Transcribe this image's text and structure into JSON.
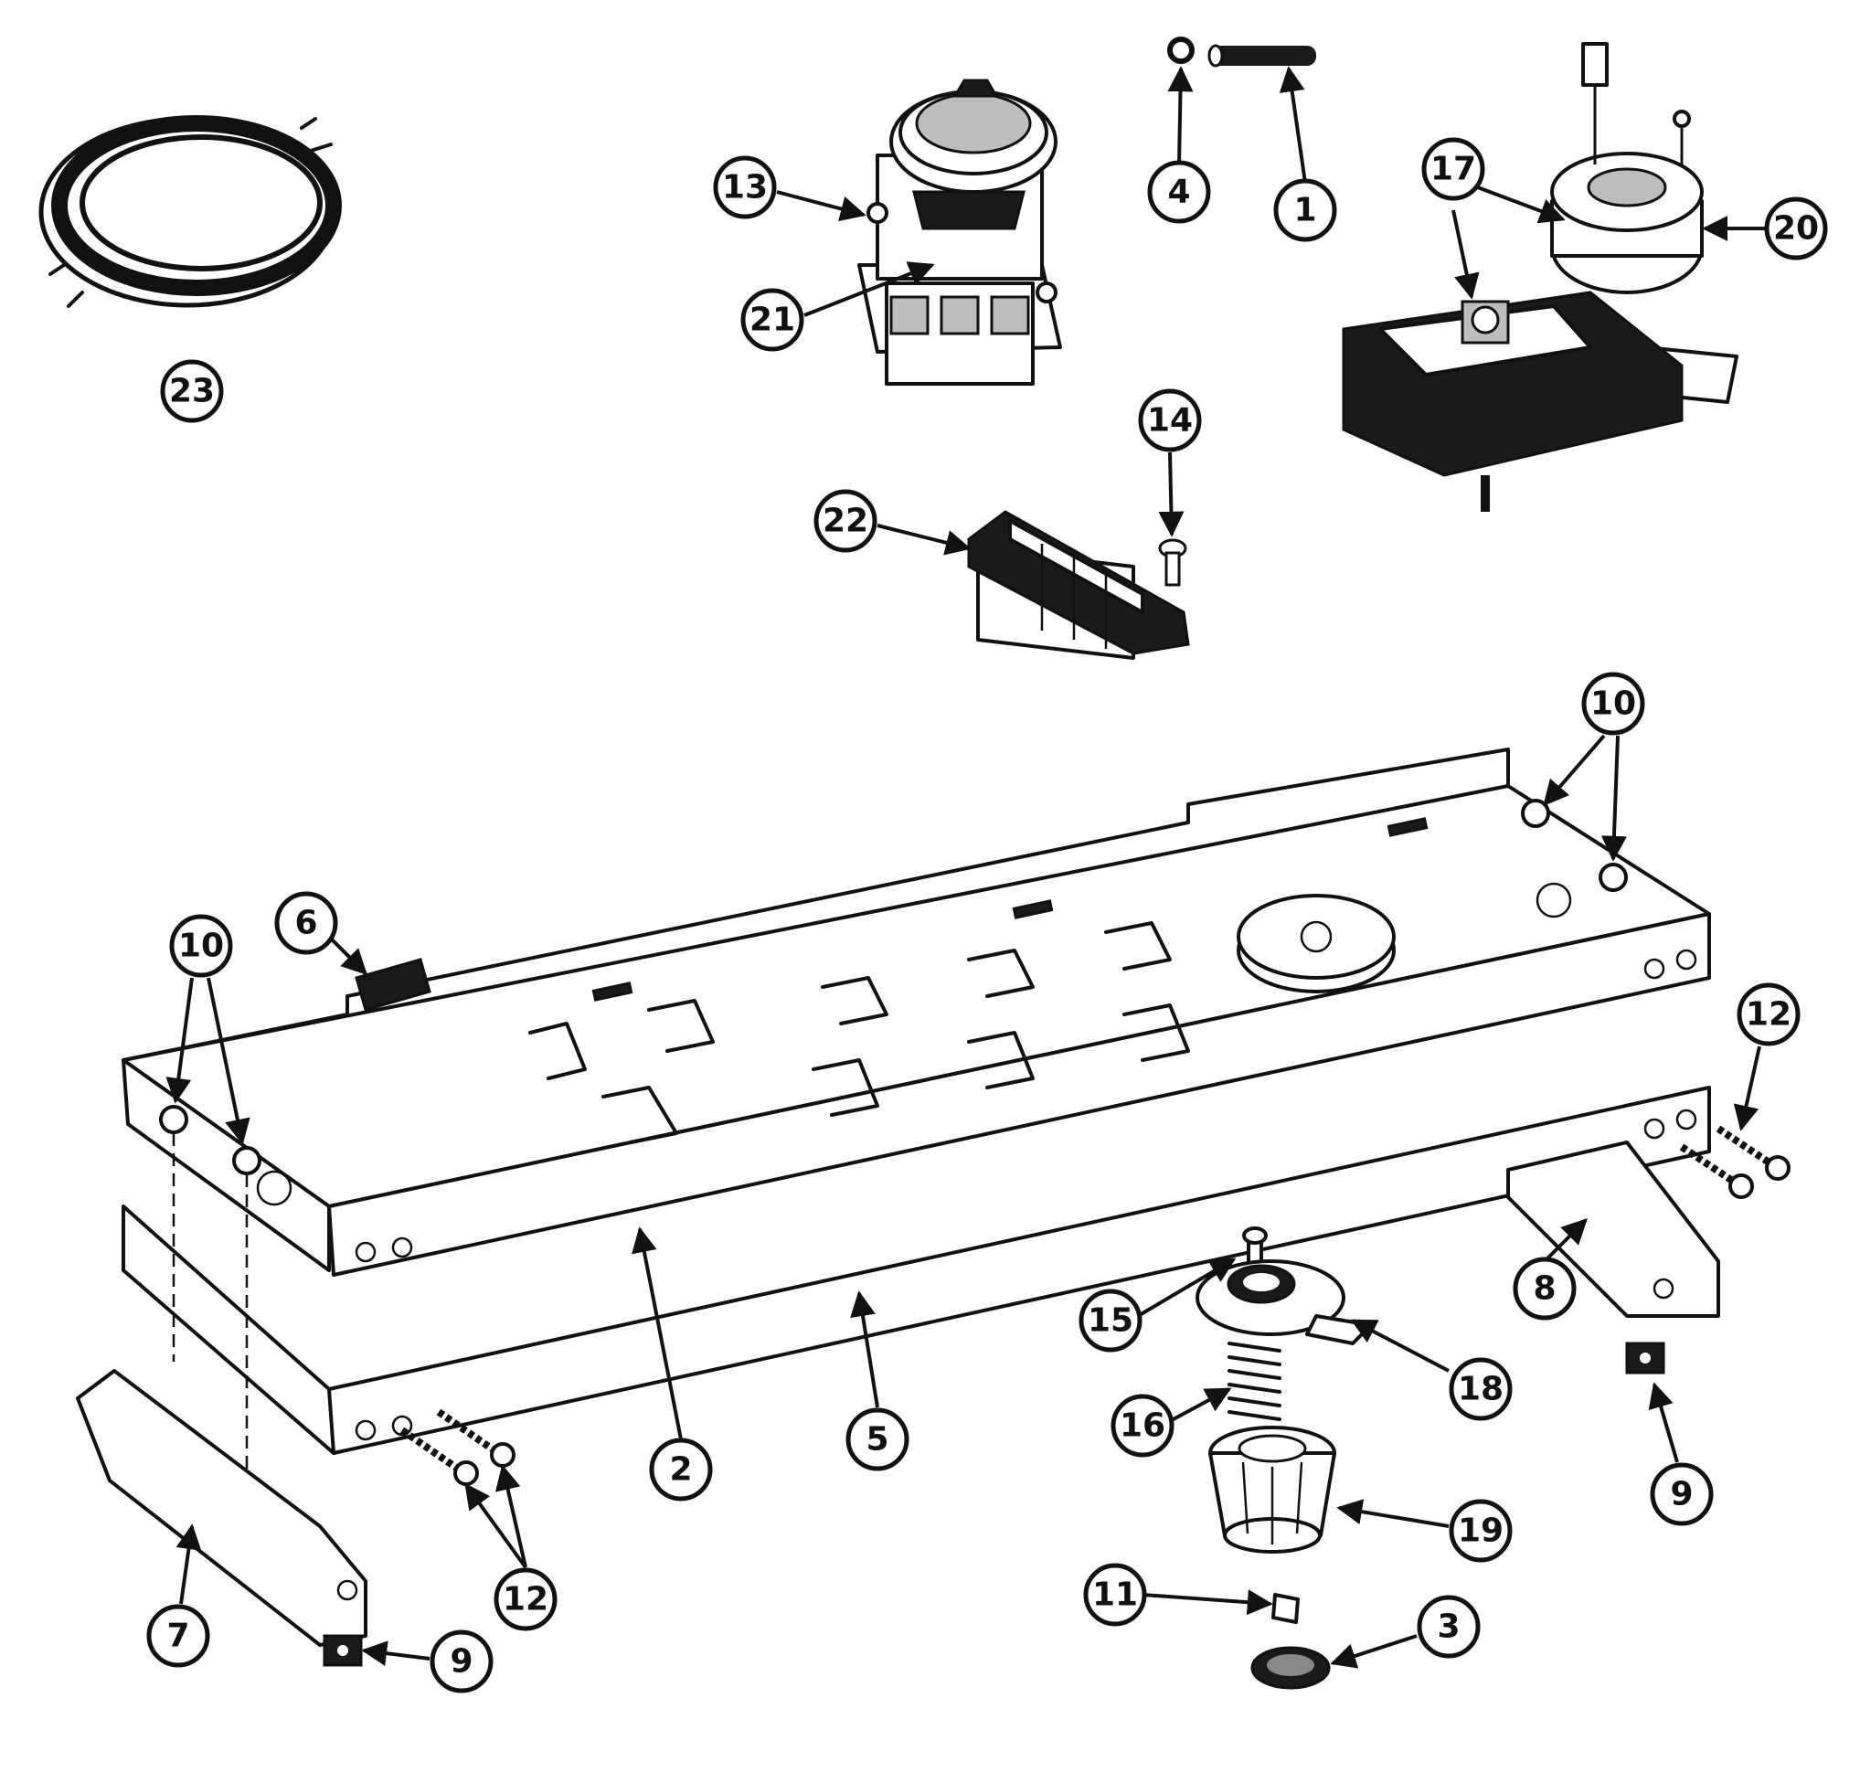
{
  "callouts": [
    {
      "id": "c1",
      "label": "1"
    },
    {
      "id": "c2",
      "label": "2"
    },
    {
      "id": "c3",
      "label": "3"
    },
    {
      "id": "c4",
      "label": "4"
    },
    {
      "id": "c5",
      "label": "5"
    },
    {
      "id": "c6",
      "label": "6"
    },
    {
      "id": "c7",
      "label": "7"
    },
    {
      "id": "c8",
      "label": "8"
    },
    {
      "id": "c9a",
      "label": "9"
    },
    {
      "id": "c9b",
      "label": "9"
    },
    {
      "id": "c10a",
      "label": "10"
    },
    {
      "id": "c10b",
      "label": "10"
    },
    {
      "id": "c11",
      "label": "11"
    },
    {
      "id": "c12a",
      "label": "12"
    },
    {
      "id": "c12b",
      "label": "12"
    },
    {
      "id": "c13",
      "label": "13"
    },
    {
      "id": "c14",
      "label": "14"
    },
    {
      "id": "c15",
      "label": "15"
    },
    {
      "id": "c16",
      "label": "16"
    },
    {
      "id": "c17",
      "label": "17"
    },
    {
      "id": "c18",
      "label": "18"
    },
    {
      "id": "c19",
      "label": "19"
    },
    {
      "id": "c20",
      "label": "20"
    },
    {
      "id": "c21",
      "label": "21"
    },
    {
      "id": "c22",
      "label": "22"
    },
    {
      "id": "c23",
      "label": "23"
    }
  ]
}
